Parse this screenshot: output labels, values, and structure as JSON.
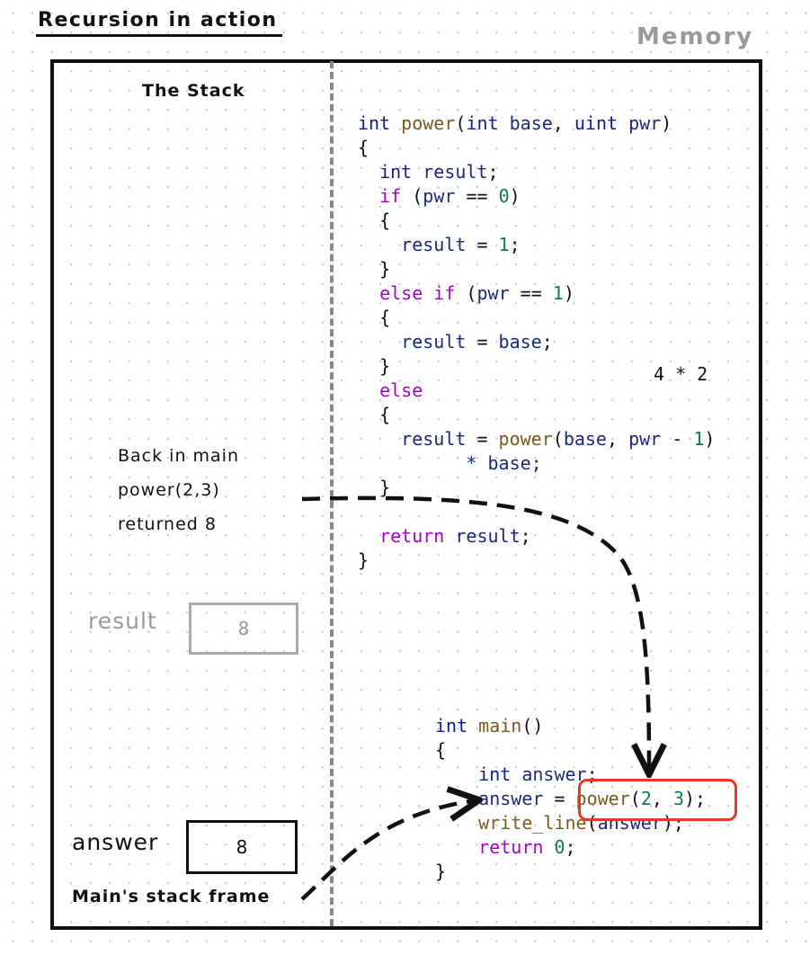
{
  "title": "Recursion in action",
  "memory_label": "Memory",
  "stack_label": "The Stack",
  "power_code": {
    "signature": {
      "kw_int": "int",
      "fn": "power",
      "p1_type": "int",
      "p1_name": "base",
      "p2_type": "uint",
      "p2_name": "pwr"
    },
    "decl": {
      "kw": "int",
      "name": "result"
    },
    "if": {
      "kw": "if",
      "var": "pwr",
      "op": "==",
      "num": "0"
    },
    "assign1": {
      "var": "result",
      "num": "1"
    },
    "elseif": {
      "kw": "else if",
      "var": "pwr",
      "op": "==",
      "num": "1"
    },
    "assign2": {
      "var": "result",
      "val": "base"
    },
    "else": "else",
    "assign3": {
      "var": "result",
      "fn": "power",
      "a1": "base",
      "a2": "pwr",
      "minus": "-",
      "num": "1",
      "tail": "* base;"
    },
    "ret": {
      "kw": "return",
      "var": "result"
    }
  },
  "calc_note": "4 * 2",
  "back_note": [
    "Back in main",
    "power(2,3)",
    "returned 8"
  ],
  "result_var": {
    "label": "result",
    "value": "8"
  },
  "main_code": {
    "signature": {
      "kw": "int",
      "fn": "main"
    },
    "decl": {
      "kw": "int",
      "name": "answer"
    },
    "call": {
      "var": "answer",
      "fn": "power",
      "a1": "2",
      "a2": "3"
    },
    "write": {
      "fn": "write_line",
      "arg": "answer"
    },
    "ret": {
      "kw": "return",
      "num": "0"
    }
  },
  "answer_var": {
    "label": "answer",
    "value": "8"
  },
  "frame_label": "Main's stack frame",
  "colors": {
    "highlight": "#e8391e",
    "faded": "#999999",
    "keyword": "#0b1d8a",
    "control": "#a800c8",
    "number": "#0e7a5a",
    "function": "#7a5a1a"
  }
}
